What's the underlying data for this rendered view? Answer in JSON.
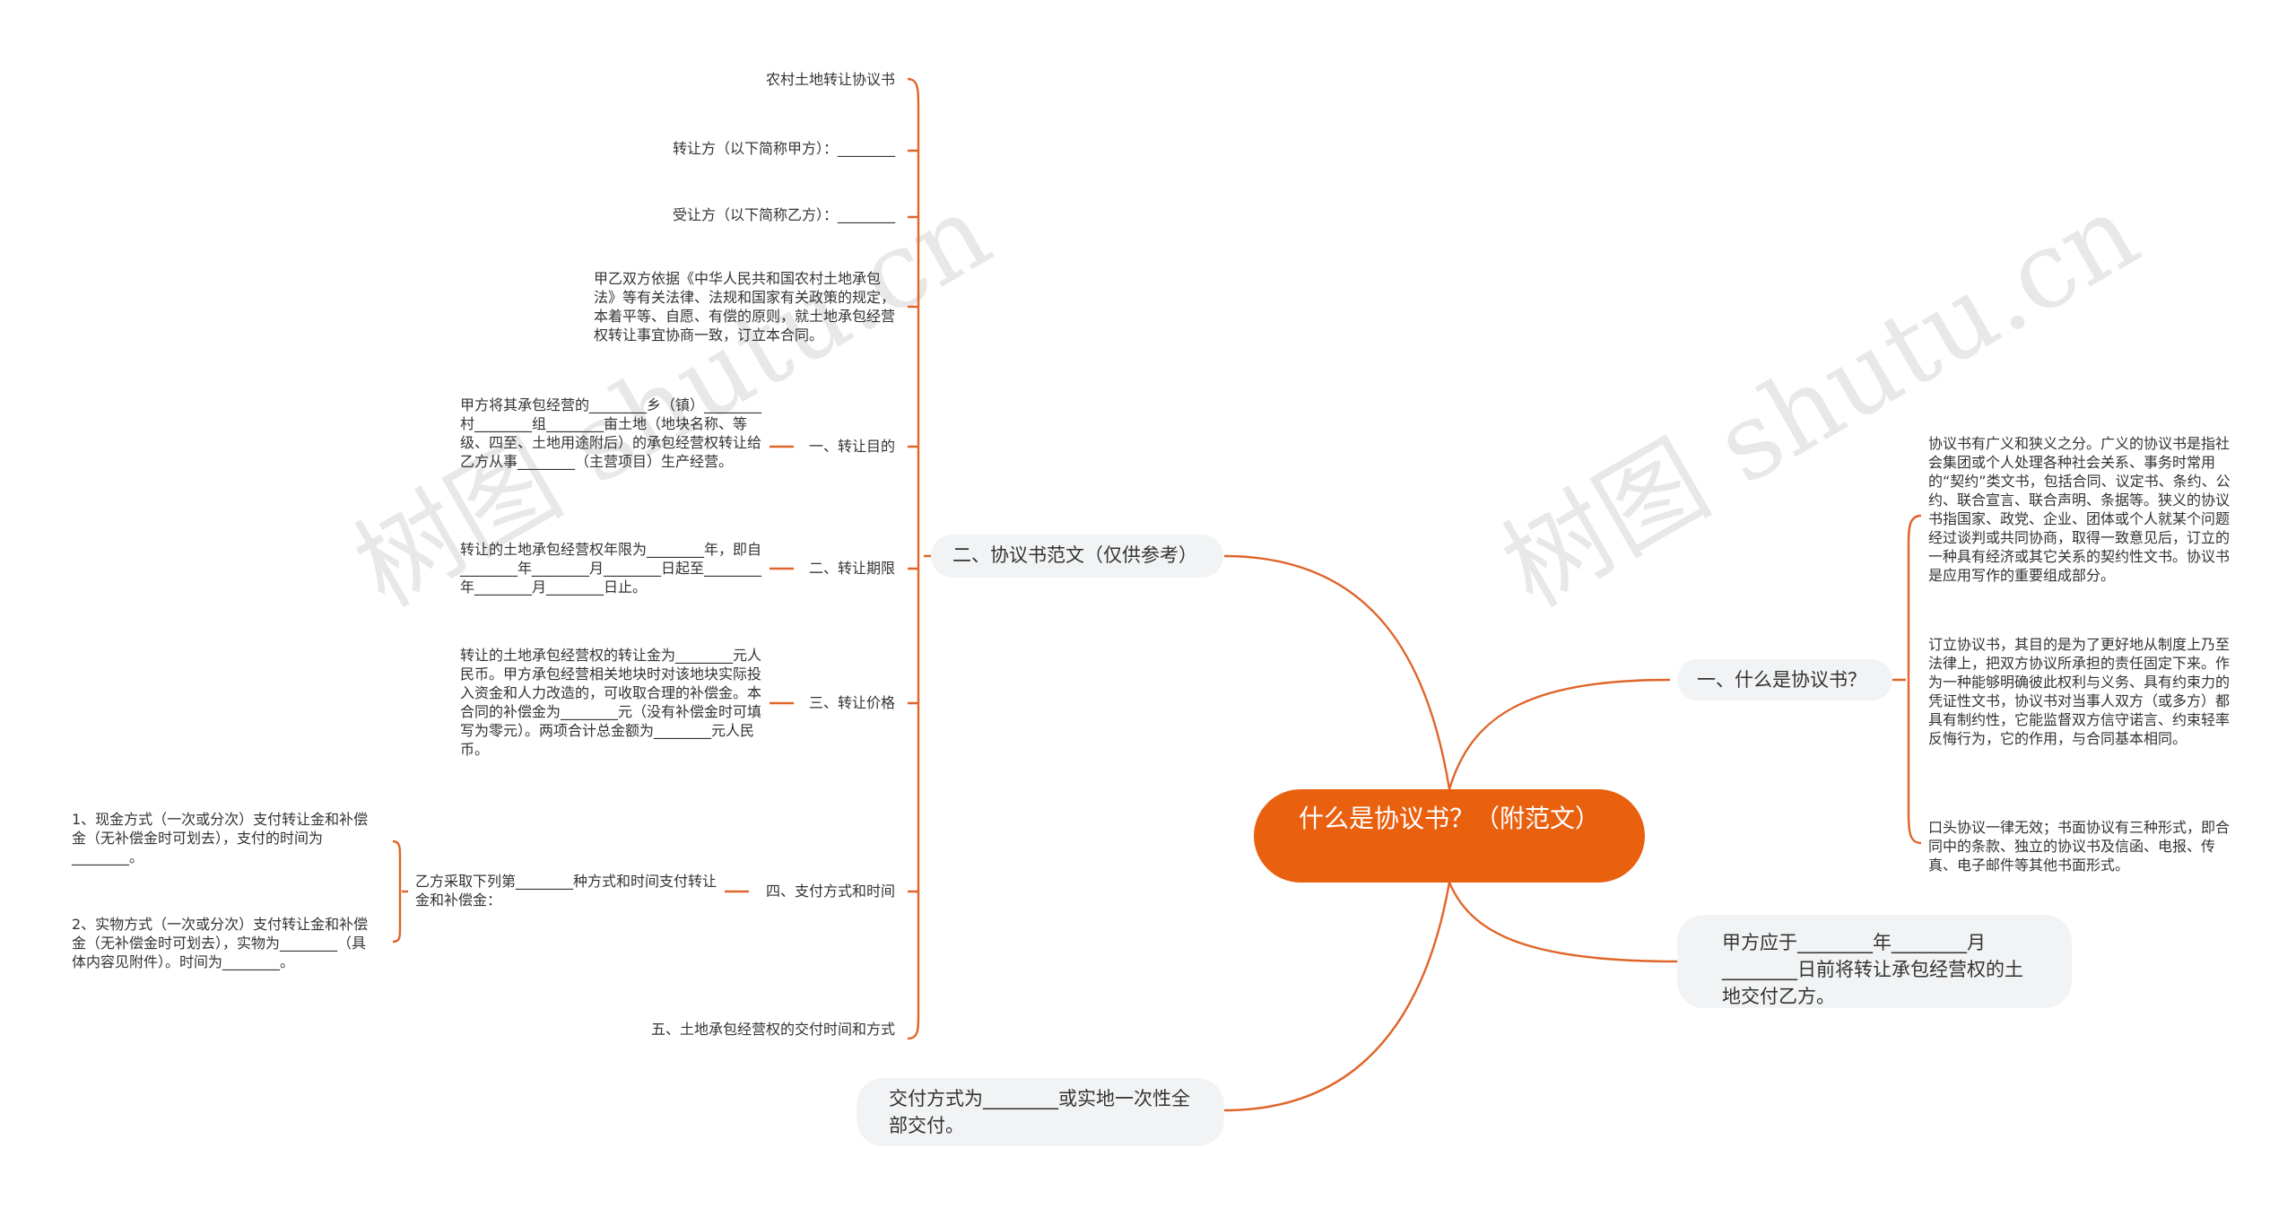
{
  "watermarks": [
    "树图 shutu.cn",
    "树图 shutu.cn"
  ],
  "root": "什么是协议书？（附范文）",
  "right": {
    "q1": {
      "label": "一、什么是协议书？",
      "paragraphs": [
        "协议书有广义和狭义之分。广义的协议书是指社会集团或个人处理各种社会关系、事务时常用的“契约”类文书，包括合同、议定书、条约、公约、联合宣言、联合声明、条据等。狭义的协议书指国家、政党、企业、团体或个人就某个问题经过谈判或共同协商，取得一致意见后，订立的一种具有经济或其它关系的契约性文书。协议书是应用写作的重要组成部分。",
        "订立协议书，其目的是为了更好地从制度上乃至法律上，把双方协议所承担的责任固定下来。作为一种能够明确彼此权利与义务、具有约束力的凭证性文书，协议书对当事人双方（或多方）都具有制约性，它能监督双方信守诺言、约束轻率反悔行为，它的作用，与合同基本相同。",
        "口头协议一律无效；书面协议有三种形式，即合同中的条款、独立的协议书及信函、电报、传真、电子邮件等其他书面形式。"
      ]
    },
    "delivery": "甲方应于________年________月________日前将转让承包经营权的土地交付乙方。"
  },
  "left": {
    "sample": {
      "label": "二、协议书范文（仅供参考）",
      "items": {
        "title": "农村土地转让协议书",
        "party_a": "转让方（以下简称甲方）：________",
        "party_b": "受让方（以下简称乙方）：________",
        "intro": "甲乙双方依据《中华人民共和国农村土地承包法》等有关法律、法规和国家有关政策的规定，本着平等、自愿、有偿的原则，就土地承包经营权转让事宜协商一致，订立本合同。",
        "purpose": {
          "label": "一、转让目的",
          "text": "甲方将其承包经营的________乡（镇）________村________组________亩土地（地块名称、等级、四至、土地用途附后）的承包经营权转让给乙方从事________（主营项目）生产经营。"
        },
        "term": {
          "label": "二、转让期限",
          "text": "转让的土地承包经营权年限为________年，即自________年________月________日起至________年________月________日止。"
        },
        "price": {
          "label": "三、转让价格",
          "text": "转让的土地承包经营权的转让金为________元人民币。甲方承包经营相关地块时对该地块实际投入资金和人力改造的，可收取合理的补偿金。本合同的补偿金为________元（没有补偿金时可填写为零元）。两项合计总金额为________元人民币。"
        },
        "payment": {
          "label": "四、支付方式和时间",
          "text": "乙方采取下列第________种方式和时间支付转让金和补偿金：",
          "options": [
            "1、现金方式（一次或分次）支付转让金和补偿金（无补偿金时可划去），支付的时间为________。",
            "2、实物方式（一次或分次）支付转让金和补偿金（无补偿金时可划去），实物为________（具体内容见附件）。时间为________。"
          ]
        },
        "handover": "五、土地承包经营权的交付时间和方式"
      }
    },
    "bottom": "交付方式为________或实地一次性全部交付。"
  },
  "colors": {
    "root": "#e9600f",
    "line": "#e0652a",
    "pill": "#f1f3f4"
  }
}
